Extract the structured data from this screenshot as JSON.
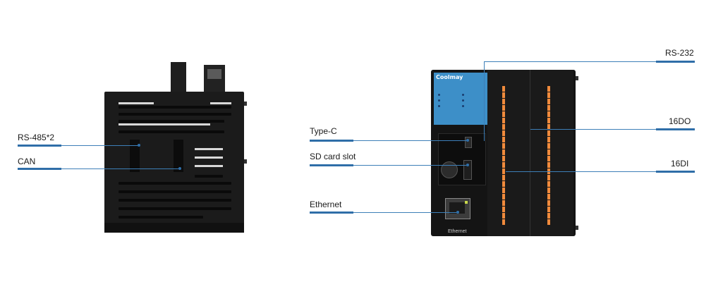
{
  "labels": {
    "rs485": "RS-485*2",
    "can": "CAN",
    "type_c": "Type-C",
    "sd_card": "SD card slot",
    "ethernet": "Ethernet",
    "rs232": "RS-232",
    "do16": "16DO",
    "di16": "16DI"
  },
  "device": {
    "brand": "Coolmay",
    "ethernet_port_label": "Ethernet"
  },
  "colors": {
    "leader_line": "#3d7fb8",
    "panel_blue": "#3d8fc8",
    "terminal_orange": "#f08a3c",
    "device_body": "#141414"
  }
}
